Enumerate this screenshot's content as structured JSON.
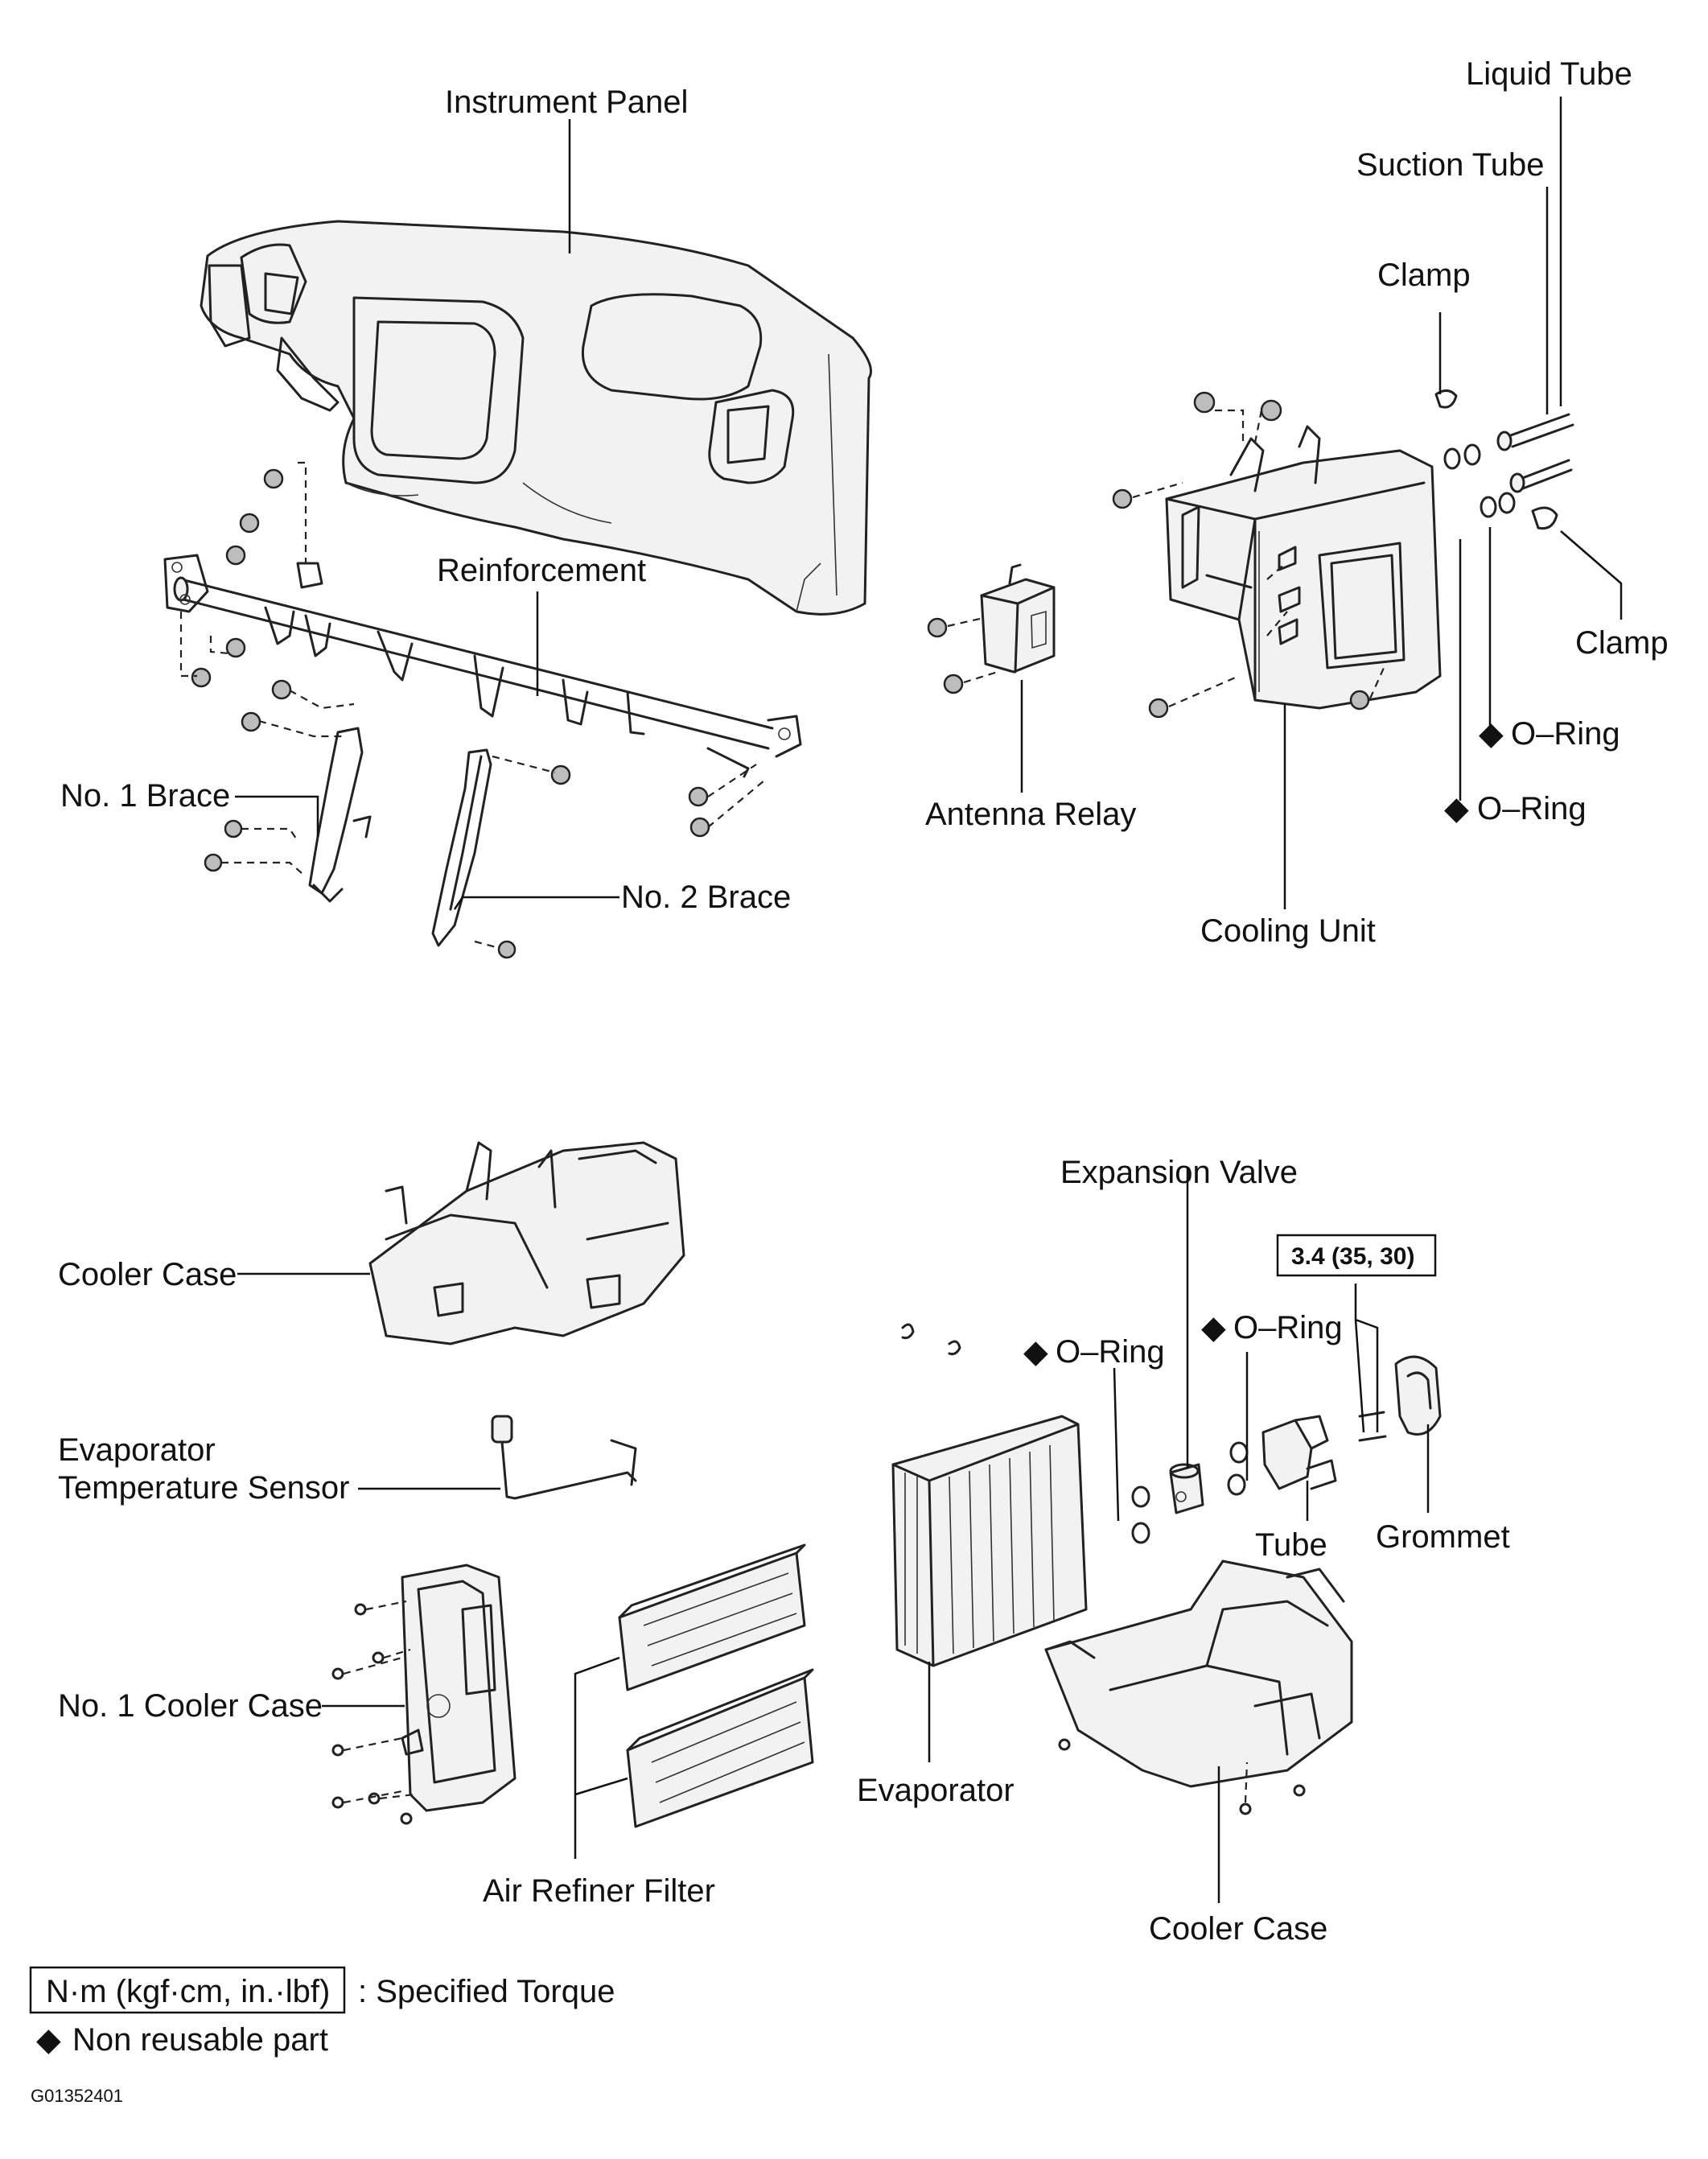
{
  "labels": {
    "instrument_panel": "Instrument Panel",
    "reinforcement": "Reinforcement",
    "no1_brace": "No. 1 Brace",
    "no2_brace": "No. 2 Brace",
    "liquid_tube": "Liquid Tube",
    "suction_tube": "Suction Tube",
    "clamp_upper": "Clamp",
    "clamp_lower": "Clamp",
    "antenna_relay": "Antenna Relay",
    "cooling_unit": "Cooling Unit",
    "o_ring_1": "O–Ring",
    "o_ring_2": "O–Ring",
    "cooler_case_upper": "Cooler Case",
    "evaporator_temp_sensor_line1": "Evaporator",
    "evaporator_temp_sensor_line2": "Temperature Sensor",
    "no1_cooler_case": "No. 1 Cooler Case",
    "air_refiner_filter": "Air Refiner Filter",
    "expansion_valve": "Expansion Valve",
    "o_ring_3": "O–Ring",
    "o_ring_4": "O–Ring",
    "torque_value": "3.4 (35, 30)",
    "tube": "Tube",
    "grommet": "Grommet",
    "evaporator": "Evaporator",
    "cooler_case_lower": "Cooler Case"
  },
  "legend": {
    "torque_unit_box": "N·m (kgf·cm, in.·lbf)",
    "torque_text": ": Specified Torque",
    "non_reusable_text": "Non reusable part"
  },
  "figure_id": "G01352401",
  "symbols": {
    "non_reusable": "◆"
  },
  "colors": {
    "line": "#222222",
    "background": "#ffffff"
  }
}
